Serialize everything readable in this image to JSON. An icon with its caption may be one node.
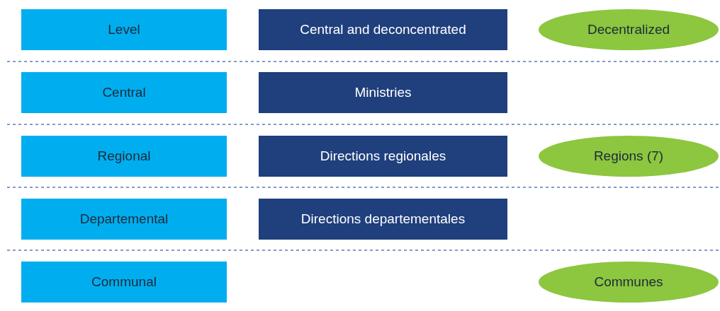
{
  "diagram": {
    "nodes": [
      {
        "text": [
          "Level"
        ]
      },
      {
        "text": [
          "Central and deconcentrated"
        ]
      },
      {
        "text": [
          "Decentralized"
        ]
      },
      {
        "text": [
          "Central"
        ]
      },
      {
        "text": [
          "Ministries"
        ]
      },
      {
        "text": [
          "Regional"
        ]
      },
      {
        "text": [
          "Directions regionales"
        ]
      },
      {
        "text": [
          "Regions (7)"
        ]
      },
      {
        "text": [
          "Departemental"
        ]
      },
      {
        "text": [
          "Directions departementales"
        ]
      },
      {
        "text": [
          "Communal"
        ]
      },
      {
        "text": [
          "Communes"
        ]
      }
    ]
  }
}
